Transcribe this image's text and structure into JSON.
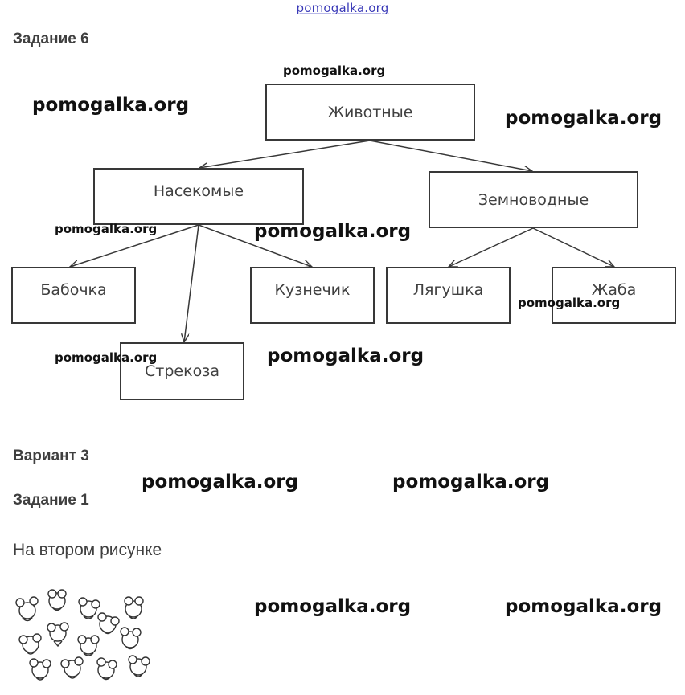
{
  "header": {
    "site": "pomogalka.org"
  },
  "task6": {
    "heading": "Задание 6",
    "tree": {
      "root": "Животные",
      "insects": "Насекомые",
      "amphibians": "Земноводные",
      "butterfly": "Бабочка",
      "dragonfly": "Стрекоза",
      "grasshopper": "Кузнечик",
      "frog": "Лягушка",
      "toad": "Жаба"
    }
  },
  "variant": {
    "heading": "Вариант 3"
  },
  "task1": {
    "heading": "Задание 1",
    "text": "На втором рисунке"
  },
  "watermark": {
    "text": "pomogalka.org"
  },
  "illustration": {
    "description_icon": "scattered-figures-icon"
  }
}
